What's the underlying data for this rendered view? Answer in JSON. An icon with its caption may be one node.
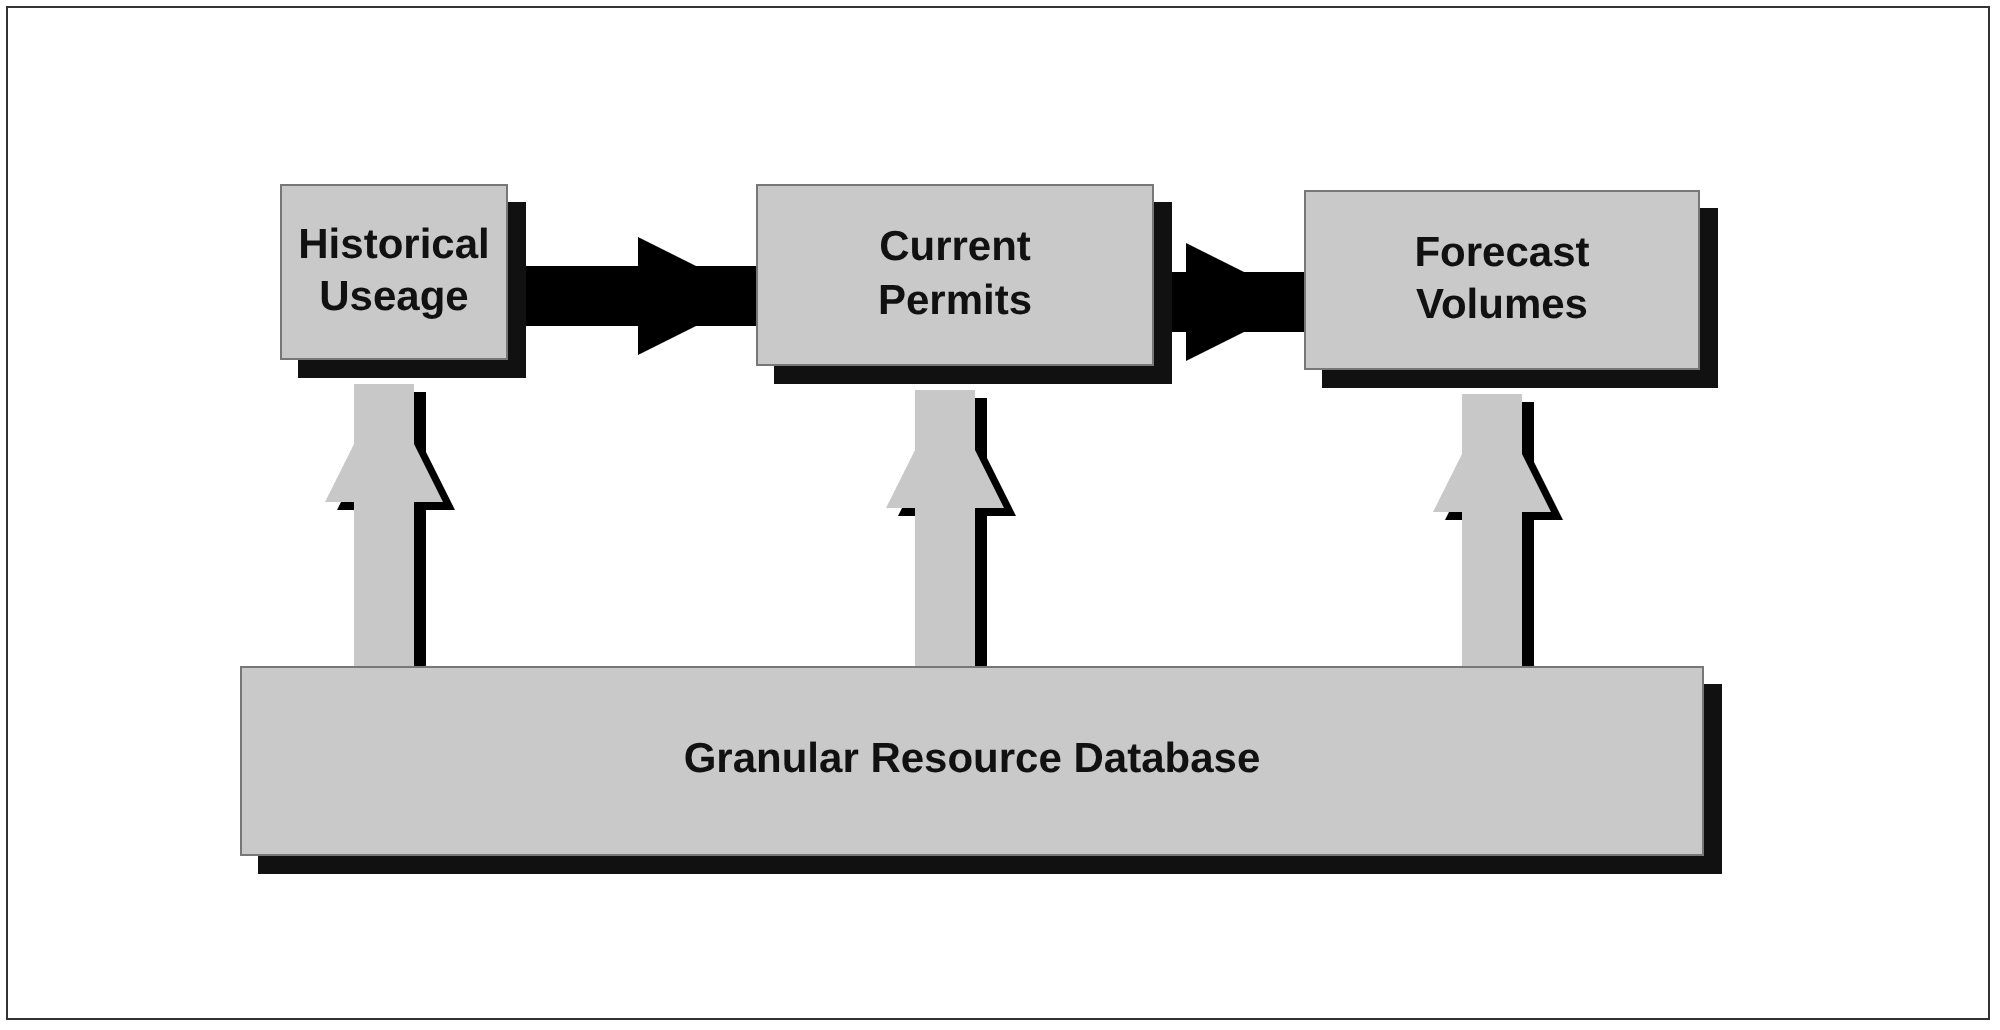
{
  "diagram": {
    "nodes": [
      {
        "text": [
          "Historical Useage"
        ]
      },
      {
        "text": [
          "Current Permits"
        ]
      },
      {
        "text": [
          "Forecast Volumes"
        ]
      },
      {
        "text": [
          "Granular Resource Database"
        ]
      }
    ],
    "edges": [
      {
        "from": 0,
        "to": 1,
        "arrow": "to",
        "color": "#000000"
      },
      {
        "from": 1,
        "to": 2,
        "arrow": "to",
        "color": "#000000"
      },
      {
        "from": 3,
        "to": 0,
        "arrow": "to",
        "color": "#c8c8c8"
      },
      {
        "from": 3,
        "to": 1,
        "arrow": "to",
        "color": "#c8c8c8"
      },
      {
        "from": 3,
        "to": 2,
        "arrow": "to",
        "color": "#c8c8c8"
      }
    ]
  }
}
